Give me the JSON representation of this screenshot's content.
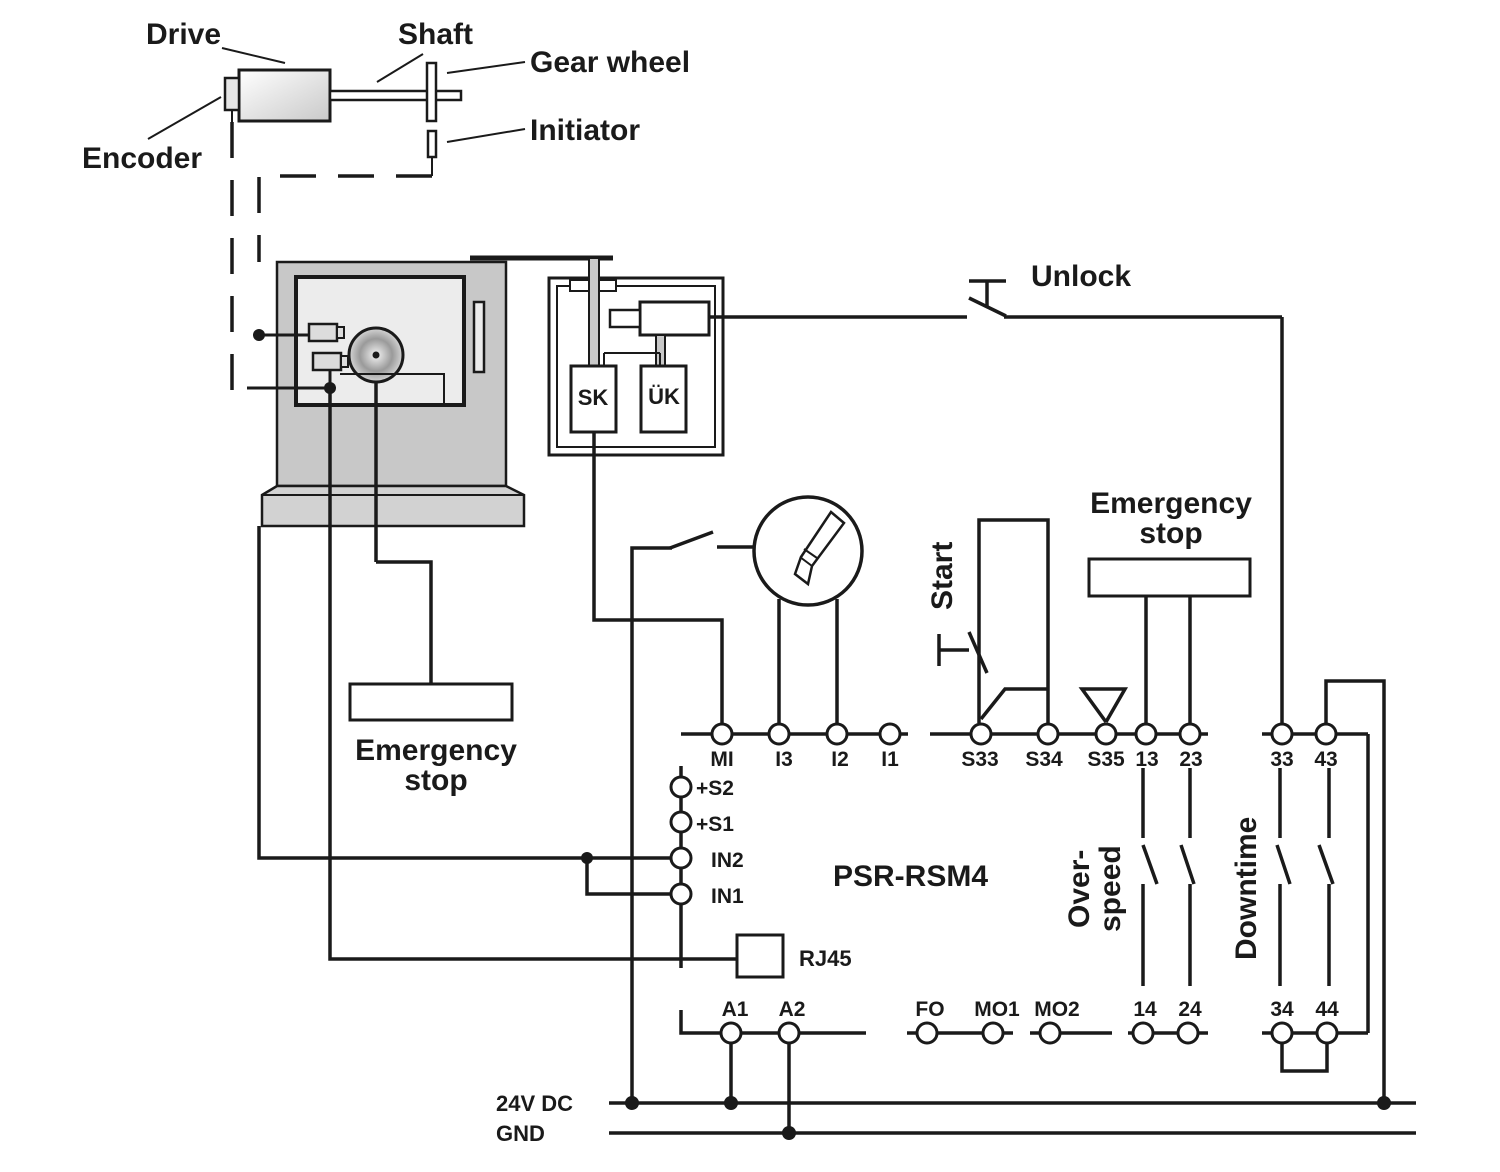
{
  "labels": {
    "drive": "Drive",
    "shaft": "Shaft",
    "gear_wheel": "Gear wheel",
    "initiator": "Initiator",
    "encoder": "Encoder",
    "unlock": "Unlock",
    "emergency_stop_top_1": "Emergency",
    "emergency_stop_top_2": "stop",
    "emergency_stop_left_1": "Emergency",
    "emergency_stop_left_2": "stop",
    "start": "Start",
    "overspeed_1": "Over-",
    "overspeed_2": "speed",
    "downtime": "Downtime",
    "device": "PSR-RSM4",
    "rj45": "RJ45",
    "supply_24v": "24V DC",
    "gnd": "GND",
    "sk": "SK",
    "uk": "ÜK"
  },
  "terminals": {
    "mi": "MI",
    "i3": "I3",
    "i2": "I2",
    "i1": "I1",
    "s33": "S33",
    "s34": "S34",
    "s35": "S35",
    "t13": "13",
    "t23": "23",
    "t33": "33",
    "t43": "43",
    "s2": "+S2",
    "s1": "+S1",
    "in2": "IN2",
    "in1": "IN1",
    "a1": "A1",
    "a2": "A2",
    "fo": "FO",
    "mo1": "MO1",
    "mo2": "MO2",
    "t14": "14",
    "t24": "24",
    "t34": "34",
    "t44": "44"
  },
  "colors": {
    "ink": "#1a1a1a",
    "housing": "#c8c8c8",
    "background": "#ffffff"
  }
}
